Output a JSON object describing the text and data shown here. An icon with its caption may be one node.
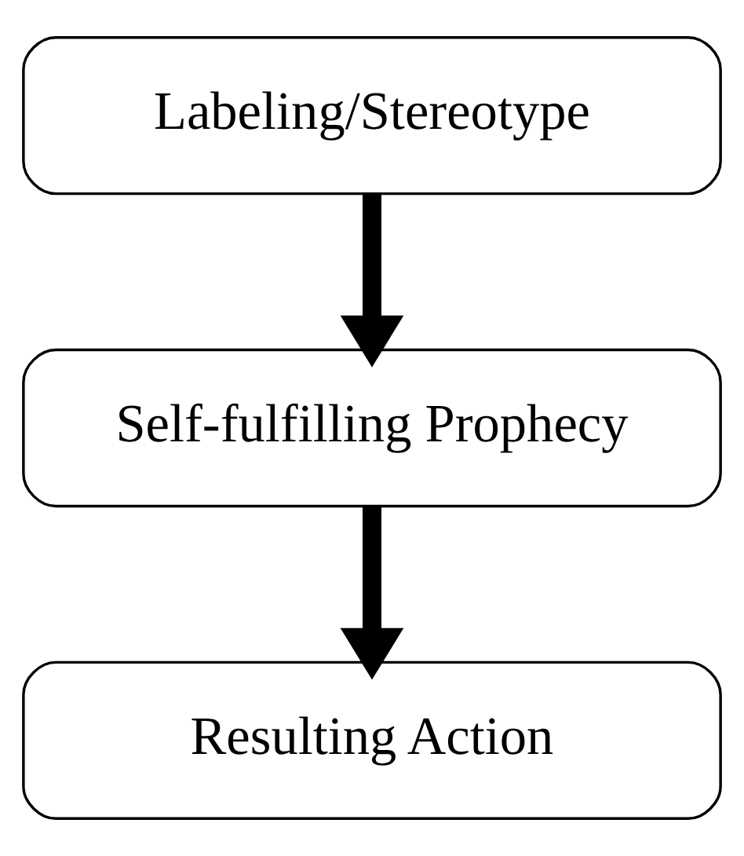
{
  "diagram": {
    "nodes": [
      {
        "text": [
          "Labeling/Stereotype"
        ]
      },
      {
        "text": [
          "Self-fulfilling Prophecy"
        ]
      },
      {
        "text": [
          "Resulting Action"
        ]
      }
    ],
    "edges": [
      {
        "from": 0,
        "to": 1,
        "arrow": "to"
      },
      {
        "from": 1,
        "to": 2,
        "arrow": "to"
      }
    ]
  }
}
